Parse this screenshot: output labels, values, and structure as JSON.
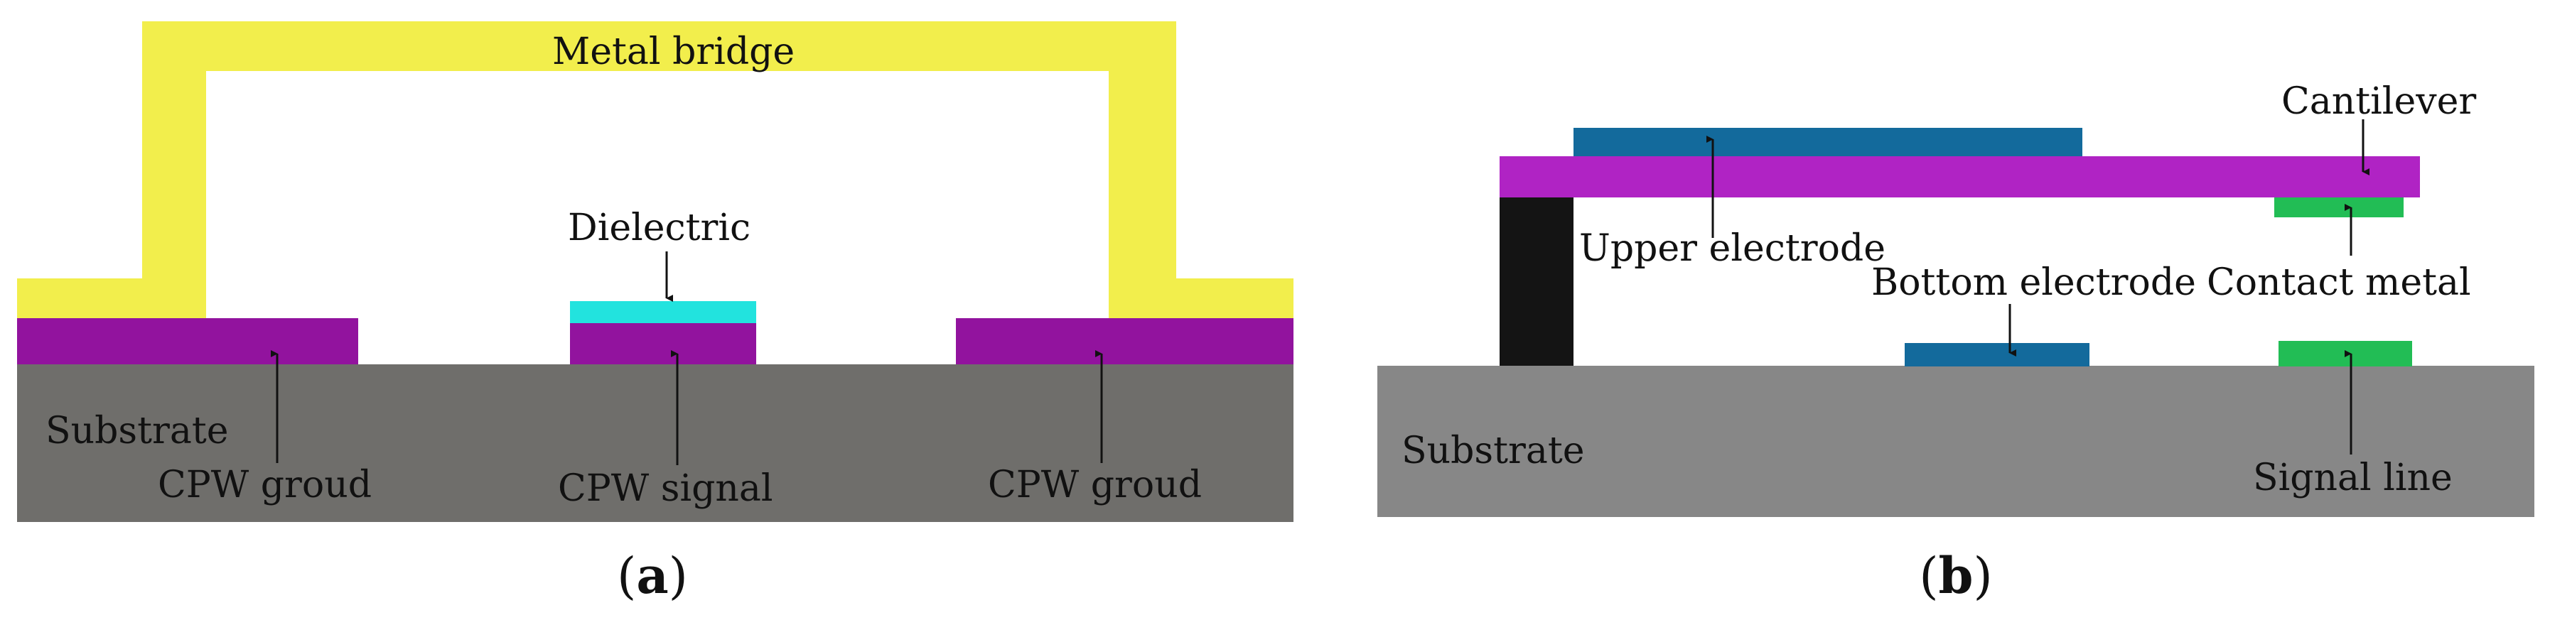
{
  "panel_a": {
    "caption_open": "(",
    "caption_letter": "a",
    "caption_close": ")",
    "labels": {
      "metal_bridge": "Metal bridge",
      "dielectric": "Dielectric",
      "substrate": "Substrate",
      "cpw_ground_left": "CPW groud",
      "cpw_signal": "CPW signal",
      "cpw_ground_right": "CPW groud"
    }
  },
  "panel_b": {
    "caption_open": "(",
    "caption_letter": "b",
    "caption_close": ")",
    "labels": {
      "cantilever": "Cantilever",
      "upper_electrode": "Upper electrode",
      "bottom_electrode": "Bottom electrode",
      "contact_metal": "Contact metal",
      "substrate": "Substrate",
      "signal_line": "Signal line"
    }
  },
  "colors": {
    "metal_bridge": "#f2ee4c",
    "cpw_metal": "#92139e",
    "dielectric": "#22e3de",
    "substrate_a": "#6f6e6b",
    "substrate_b": "#878787",
    "cantilever": "#b023c4",
    "electrode": "#136a9c",
    "contact": "#22bd55",
    "anchor": "#141414"
  }
}
